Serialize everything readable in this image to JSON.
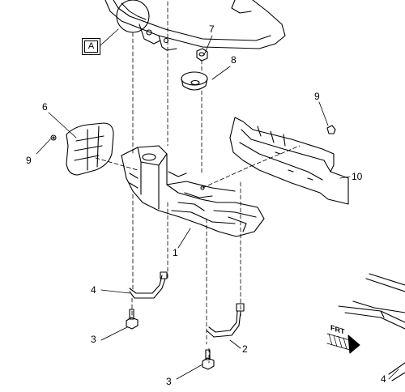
{
  "diagram": {
    "view_label": "A",
    "front_label": "FRT",
    "callouts": {
      "c1": "1",
      "c2": "2",
      "c3a": "3",
      "c3b": "3",
      "c4a": "4",
      "c4b": "4",
      "c6": "6",
      "c7": "7",
      "c8": "8",
      "c9a": "9",
      "c9b": "9",
      "c10": "10"
    }
  }
}
